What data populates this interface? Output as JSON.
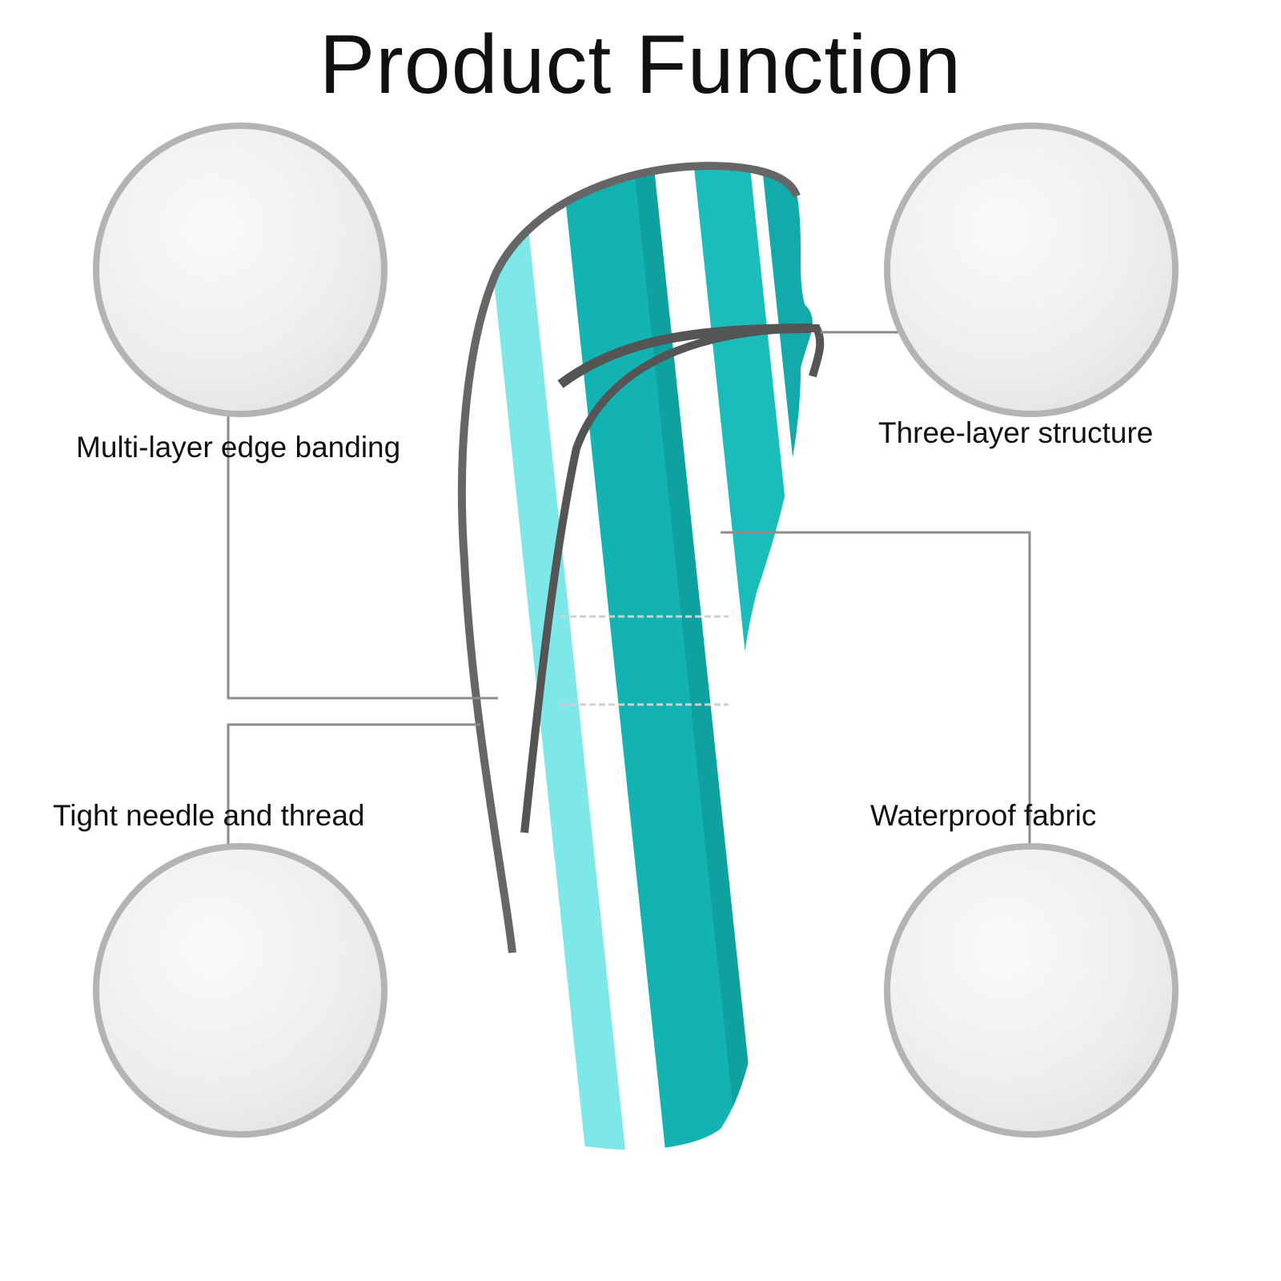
{
  "title": "Product Function",
  "features": [
    {
      "label": "Multi-layer edge banding"
    },
    {
      "label": "Three-layer structure"
    },
    {
      "label": "Tight needle and thread"
    },
    {
      "label": "Waterproof fabric"
    }
  ],
  "colors": {
    "teal": "#14b3b3",
    "light_teal": "#5fe0e0",
    "piping": "#666666",
    "line": "#8c8c8c",
    "circle_border": "#b3b3b3"
  }
}
